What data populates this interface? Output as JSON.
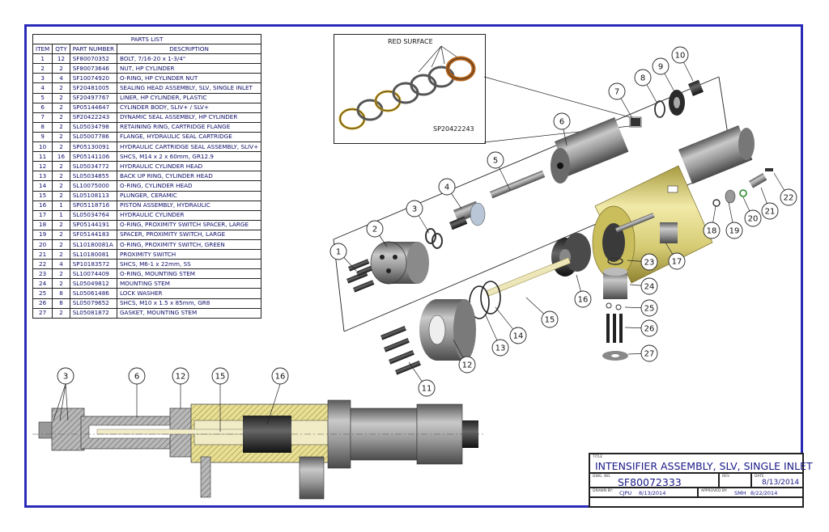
{
  "parts_list": {
    "title": "PARTS LIST",
    "headers": [
      "ITEM",
      "QTY",
      "PART NUMBER",
      "DESCRIPTION"
    ],
    "rows": [
      [
        "1",
        "12",
        "SF80070352",
        "BOLT, 7/16-20 x 1-3/4\""
      ],
      [
        "2",
        "2",
        "SF80073646",
        "NUT, HP CYLINDER"
      ],
      [
        "3",
        "4",
        "SF10074920",
        "O-RING, HP CYLINDER NUT"
      ],
      [
        "4",
        "2",
        "SF20481005",
        "SEALING HEAD ASSEMBLY, SLV, SINGLE INLET"
      ],
      [
        "5",
        "2",
        "SF20497767",
        "LINER, HP CYLINDER, PLASTIC"
      ],
      [
        "6",
        "2",
        "SP05144647",
        "CYLINDER BODY, SLIV+ / SLV+"
      ],
      [
        "7",
        "2",
        "SP20422243",
        "DYNAMIC SEAL ASSEMBLY, HP CYLINDER"
      ],
      [
        "8",
        "2",
        "SL05034798",
        "RETAINING RING, CARTRIDGE FLANGE"
      ],
      [
        "9",
        "2",
        "SL05007786",
        "FLANGE, HYDRAULIC SEAL CARTRIDGE"
      ],
      [
        "10",
        "2",
        "SP05130091",
        "HYDRAULIC CARTRIDGE SEAL ASSEMBLY, SLIV+"
      ],
      [
        "11",
        "16",
        "SP05141106",
        "SHCS, M14 x 2 x 60mm, GR12.9"
      ],
      [
        "12",
        "2",
        "SL05034772",
        "HYDRAULIC CYLINDER HEAD"
      ],
      [
        "13",
        "2",
        "SL05034855",
        "BACK UP RING, CYLINDER HEAD"
      ],
      [
        "14",
        "2",
        "SL10075000",
        "O-RING, CYLINDER HEAD"
      ],
      [
        "15",
        "2",
        "SL05108113",
        "PLUNGER, CERAMIC"
      ],
      [
        "16",
        "1",
        "SP05118716",
        "PISTON ASSEMBLY, HYDRAULIC"
      ],
      [
        "17",
        "1",
        "SL05034764",
        "HYDRAULIC CYLINDER"
      ],
      [
        "18",
        "2",
        "SP05144191",
        "O-RING, PROXIMITY SWITCH SPACER, LARGE"
      ],
      [
        "19",
        "2",
        "SF05144183",
        "SPACER, PROXIMITY SWITCH, LARGE"
      ],
      [
        "20",
        "2",
        "SL10180081A",
        "O-RING, PROXIMITY SWITCH, GREEN"
      ],
      [
        "21",
        "2",
        "SL10180081",
        "PROXIMITY SWITCH"
      ],
      [
        "22",
        "4",
        "SP10183572",
        "SHCS, M6-1 x 22mm, SS"
      ],
      [
        "23",
        "2",
        "SL10074409",
        "O-RING, MOUNTING STEM"
      ],
      [
        "24",
        "2",
        "SL05049812",
        "MOUNTING STEM"
      ],
      [
        "25",
        "8",
        "SL05061486",
        "LOCK WASHER"
      ],
      [
        "26",
        "8",
        "SL05079652",
        "SHCS, M10 x 1.5 x 85mm, GR8"
      ],
      [
        "27",
        "2",
        "SL05081872",
        "GASKET, MOUNTING STEM"
      ]
    ]
  },
  "detail_view": {
    "label": "RED SURFACE",
    "part_ref": "SP20422243"
  },
  "exploded_balloons": [
    "1",
    "2",
    "3",
    "4",
    "5",
    "6",
    "7",
    "8",
    "9",
    "10",
    "11",
    "12",
    "13",
    "14",
    "15",
    "16",
    "17",
    "18",
    "19",
    "20",
    "21",
    "22",
    "23",
    "24",
    "25",
    "26",
    "27"
  ],
  "section_balloons": [
    "3",
    "6",
    "12",
    "15",
    "16"
  ],
  "title_block": {
    "title_label": "TITLE",
    "title": "INTENSIFIER ASSEMBLY, SLV, SINGLE INLET",
    "dwg_label": "DWG. NO.",
    "dwg_no": "SF80072333",
    "rev_label": "REV",
    "date_label": "DATE",
    "date": "8/13/2014",
    "drawn_label": "DRAWN BY:",
    "drawn_by": "CJPU",
    "drawn_date": "8/13/2014",
    "approved_label": "APPROVED BY:",
    "approved_by": "SMH",
    "approved_date": "8/22/2014"
  },
  "colors": {
    "border": "#2a2ab8",
    "text_blue": "#10106a",
    "steel": "#8d8d8d",
    "brass": "#d9cf7a",
    "red_surface": "#b5651d"
  }
}
